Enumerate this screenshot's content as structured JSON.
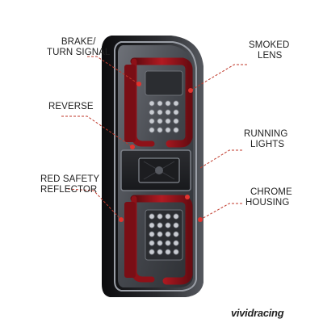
{
  "callouts": {
    "brake_turn": [
      "BRAKE/",
      "TURN SIGNAL"
    ],
    "reverse": [
      "REVERSE"
    ],
    "red_reflector": [
      "RED SAFETY",
      "REFLECTOR"
    ],
    "smoked_lens": [
      "SMOKED",
      "LENS"
    ],
    "running_lights": [
      "RUNNING",
      "LIGHTS"
    ],
    "chrome_housing": [
      "CHROME",
      "HOUSING"
    ]
  },
  "brand": {
    "logo_text": "vividracing"
  },
  "colors": {
    "leader_line": "#c0392b",
    "endpoint_dot": "#e3342f",
    "housing_dark": "#141416",
    "lens_smoke": "#5c5f66",
    "tube_red": "#a3151c"
  }
}
